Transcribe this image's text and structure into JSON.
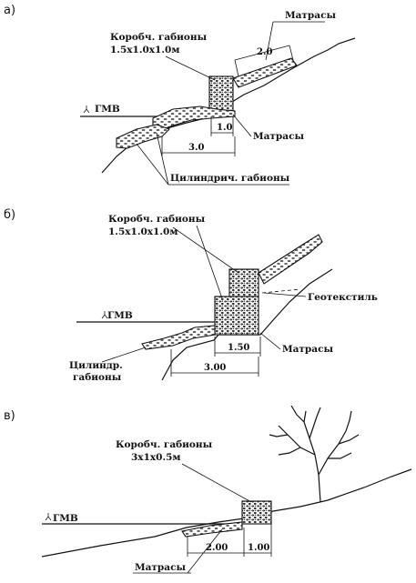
{
  "panel_a": {
    "letter": "а)",
    "box_label_1": "Коробч. габионы",
    "box_label_2": "1.5x1.0x1.0м",
    "mattress_top": "Матрасы",
    "dim_top": "2.0",
    "water": "ГМВ",
    "dim_small": "1.0",
    "mattress_right": "Матрасы",
    "dim_bottom": "3.0",
    "cyl_label": "Цилиндрич. габионы"
  },
  "panel_b": {
    "letter": "б)",
    "box_label_1": "Коробч. габионы",
    "box_label_2": "1.5x1.0x1.0м",
    "geotextile": "Геотекстиль",
    "water": "ГМВ",
    "dim_small": "1.50",
    "mattress": "Матрасы",
    "dim_bottom": "3.00",
    "cyl_label_1": "Цилиндр.",
    "cyl_label_2": "габионы"
  },
  "panel_c": {
    "letter": "в)",
    "box_label_1": "Коробч. габионы",
    "box_label_2": "3x1x0.5м",
    "water": "ГМВ",
    "dim_left": "2.00",
    "dim_right": "1.00",
    "mattress": "Матрасы"
  }
}
